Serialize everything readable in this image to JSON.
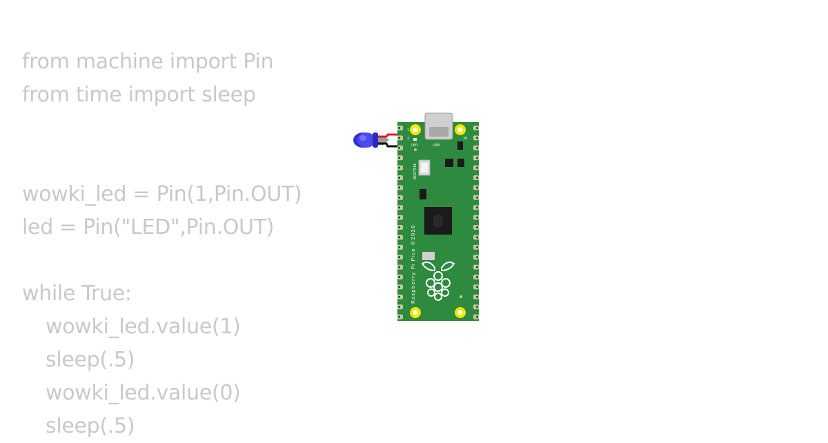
{
  "code": {
    "lines": [
      {
        "text": "from machine import Pin",
        "indent": 0
      },
      {
        "text": "from time import sleep",
        "indent": 0
      },
      {
        "text": "",
        "indent": 0
      },
      {
        "text": "",
        "indent": 0
      },
      {
        "text": "wowki_led = Pin(1,Pin.OUT)",
        "indent": 0
      },
      {
        "text": "led = Pin(\"LED\",Pin.OUT)",
        "indent": 0
      },
      {
        "text": "",
        "indent": 0
      },
      {
        "text": "while True:",
        "indent": 0
      },
      {
        "text": "wowki_led.value(1)",
        "indent": 1
      },
      {
        "text": "sleep(.5)",
        "indent": 1
      },
      {
        "text": "wowki_led.value(0)",
        "indent": 1
      },
      {
        "text": "sleep(.5)",
        "indent": 1
      }
    ]
  },
  "board": {
    "usb_label": "USB",
    "led_label": "LED",
    "bootsel_label": "BOOTSEL",
    "pin_number_top_left": "1",
    "pin_number_second_left": "2",
    "pin_number_top_right": "39",
    "silkscreen": "Raspberry Pi Pico ©2020",
    "colors": {
      "pcb": "#2d8a3e",
      "pad": "#c8c8a0",
      "mount_hole": "#f2e600",
      "led_body": "#3333dd",
      "wire_red": "#dd2020",
      "wire_black": "#111111"
    }
  }
}
